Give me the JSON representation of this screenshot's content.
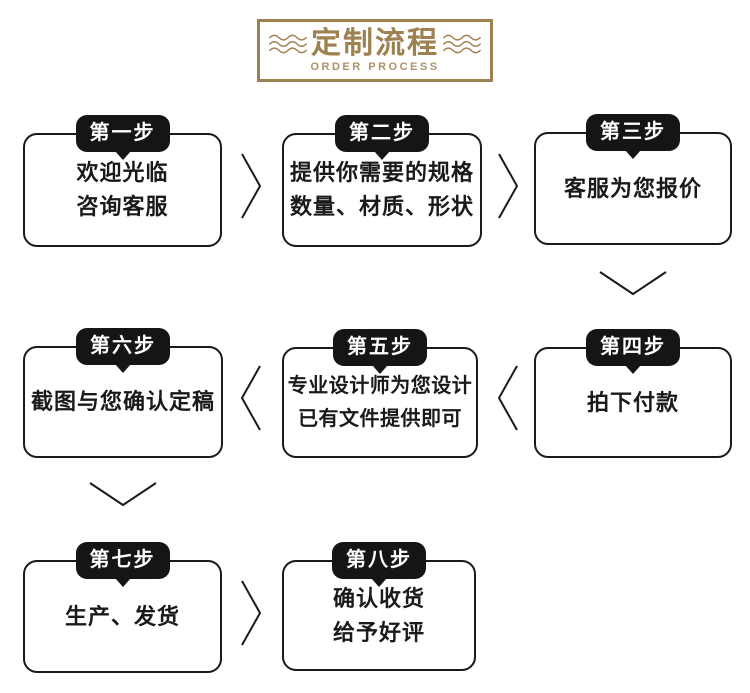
{
  "header": {
    "title": "定制流程",
    "subtitle": "ORDER PROCESS"
  },
  "colors": {
    "accent_brown": "#9e8150",
    "subtitle_brown": "#ad9266",
    "ink_black": "#1a1a1a",
    "badge_black": "#151515",
    "background": "#ffffff"
  },
  "steps": [
    {
      "label": "第一步",
      "text": "欢迎光临\n咨询客服"
    },
    {
      "label": "第二步",
      "text": "提供你需要的规格\n数量、材质、形状"
    },
    {
      "label": "第三步",
      "text": "客服为您报价"
    },
    {
      "label": "第四步",
      "text": "拍下付款"
    },
    {
      "label": "第五步",
      "text": "专业设计师为您设计\n已有文件提供即可"
    },
    {
      "label": "第六步",
      "text": "截图与您确认定稿"
    },
    {
      "label": "第七步",
      "text": "生产、发货"
    },
    {
      "label": "第八步",
      "text": "确认收货\n给予好评"
    }
  ],
  "flow": [
    {
      "from": 1,
      "to": 2,
      "direction": "right"
    },
    {
      "from": 2,
      "to": 3,
      "direction": "right"
    },
    {
      "from": 3,
      "to": 4,
      "direction": "down"
    },
    {
      "from": 4,
      "to": 5,
      "direction": "left"
    },
    {
      "from": 5,
      "to": 6,
      "direction": "left"
    },
    {
      "from": 6,
      "to": 7,
      "direction": "down"
    },
    {
      "from": 7,
      "to": 8,
      "direction": "right"
    }
  ]
}
